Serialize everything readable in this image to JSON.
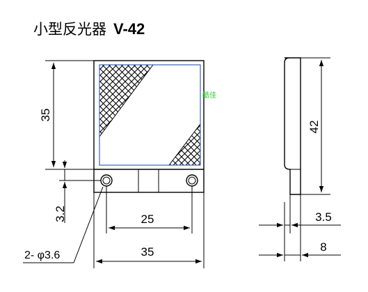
{
  "title": {
    "name": "小型反光器",
    "model": "V-42"
  },
  "dimensions": {
    "front_height": "35",
    "hole_offset": "3.2",
    "hole_spacing": "25",
    "width": "35",
    "hole_spec": "2- φ3.6",
    "side_height": "42",
    "thickness_inner": "3.5",
    "thickness_total": "8"
  },
  "watermark": "酷佳",
  "colors": {
    "line": "#000000",
    "reflector_border": "#3a63b5",
    "watermark": "#33cc33"
  }
}
